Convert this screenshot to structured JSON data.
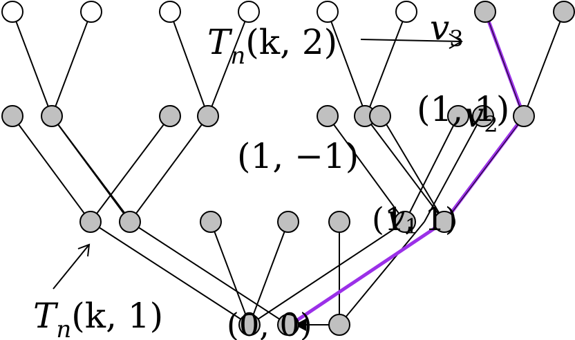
{
  "labels": {
    "tn_k2": "T",
    "tn_k2_sub": "n",
    "tn_k2_args": "(k, 2)",
    "tn_k1": "T",
    "tn_k1_sub": "n",
    "tn_k1_args": "(k, 1)",
    "v3": "v",
    "v3_sub": "3",
    "v2": "v",
    "v2_sub": "2",
    "v1": "v",
    "v1_sub": "1",
    "pair_11": "(1, 1)",
    "pair_1m1": "(1, −1)",
    "pair_11b": "(1, 1)",
    "pair_00": "(0, 0)"
  },
  "colors": {
    "node_fill": "#c0c0c0",
    "root_leaf_fill": "#ffffff",
    "edge": "#000000",
    "path_highlight": "#9b30e8"
  }
}
